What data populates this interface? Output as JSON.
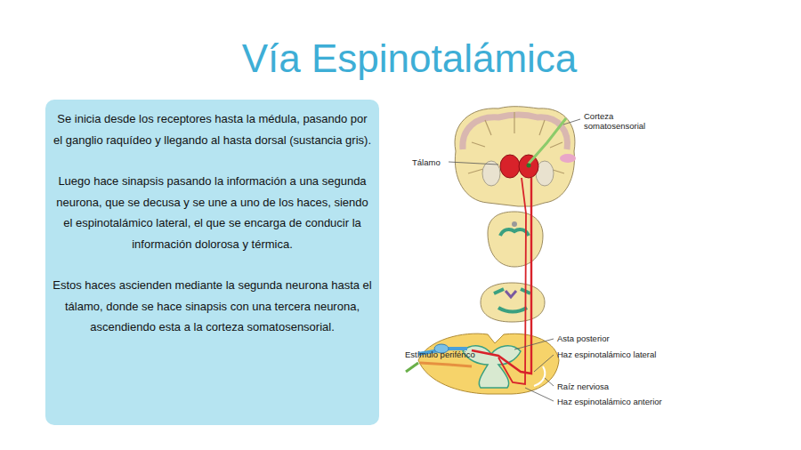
{
  "diagram": {
    "title": "Vía Espinotalámica",
    "nodes": [
      {
        "text": [
          "Se inicia desde los receptores hasta la médula, pasando por el ganglio raquídeo y llegando al hasta dorsal  (sustancia gris).",
          "Luego hace sinapsis pasando la información a una segunda neurona, que se decusa y se une a uno de los haces, siendo el espinotalámico lateral, el que se encarga de conducir la información dolorosa y térmica.",
          "Estos haces ascienden mediante la segunda neurona hasta el tálamo, donde se hace sinapsis  con una tercera neurona, ascendiendo esta a la corteza somatosensorial."
        ]
      }
    ],
    "labels": [
      "Corteza somatosensorial",
      "Tálamo",
      "Estímulo periférico",
      "Asta posterior",
      "Haz espinotalámico lateral",
      "Raíz nerviosa",
      "Haz espinotalámico anterior"
    ]
  }
}
